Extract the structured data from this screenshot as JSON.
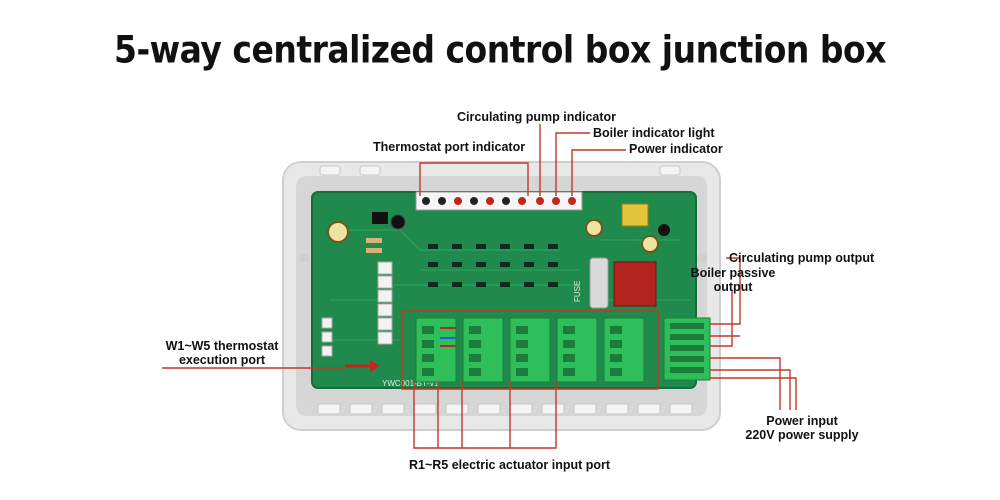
{
  "title": "5-way centralized control box junction box",
  "labels": {
    "circulating_pump_indicator": "Circulating pump indicator",
    "boiler_indicator_light": "Boiler indicator light",
    "power_indicator": "Power indicator",
    "thermostat_port_indicator": "Thermostat port indicator",
    "circulating_pump_output": "Circulating pump output",
    "boiler_passive_output_line1": "Boiler passive",
    "boiler_passive_output_line2": "output",
    "thermostat_execution_port_line1": "W1~W5 thermostat",
    "thermostat_execution_port_line2": "execution port",
    "power_input_line1": "Power input",
    "power_input_line2": "220V power supply",
    "actuator_input_port": "R1~R5 electric actuator input port"
  },
  "board": {
    "fuse_label": "FUSE",
    "model_text": "YWC001-BT-V1"
  },
  "colors": {
    "callout_line": "#c0392b",
    "pcb": "#1f8a4c",
    "terminal": "#2fbf5a",
    "enclosure": "#ececec"
  }
}
